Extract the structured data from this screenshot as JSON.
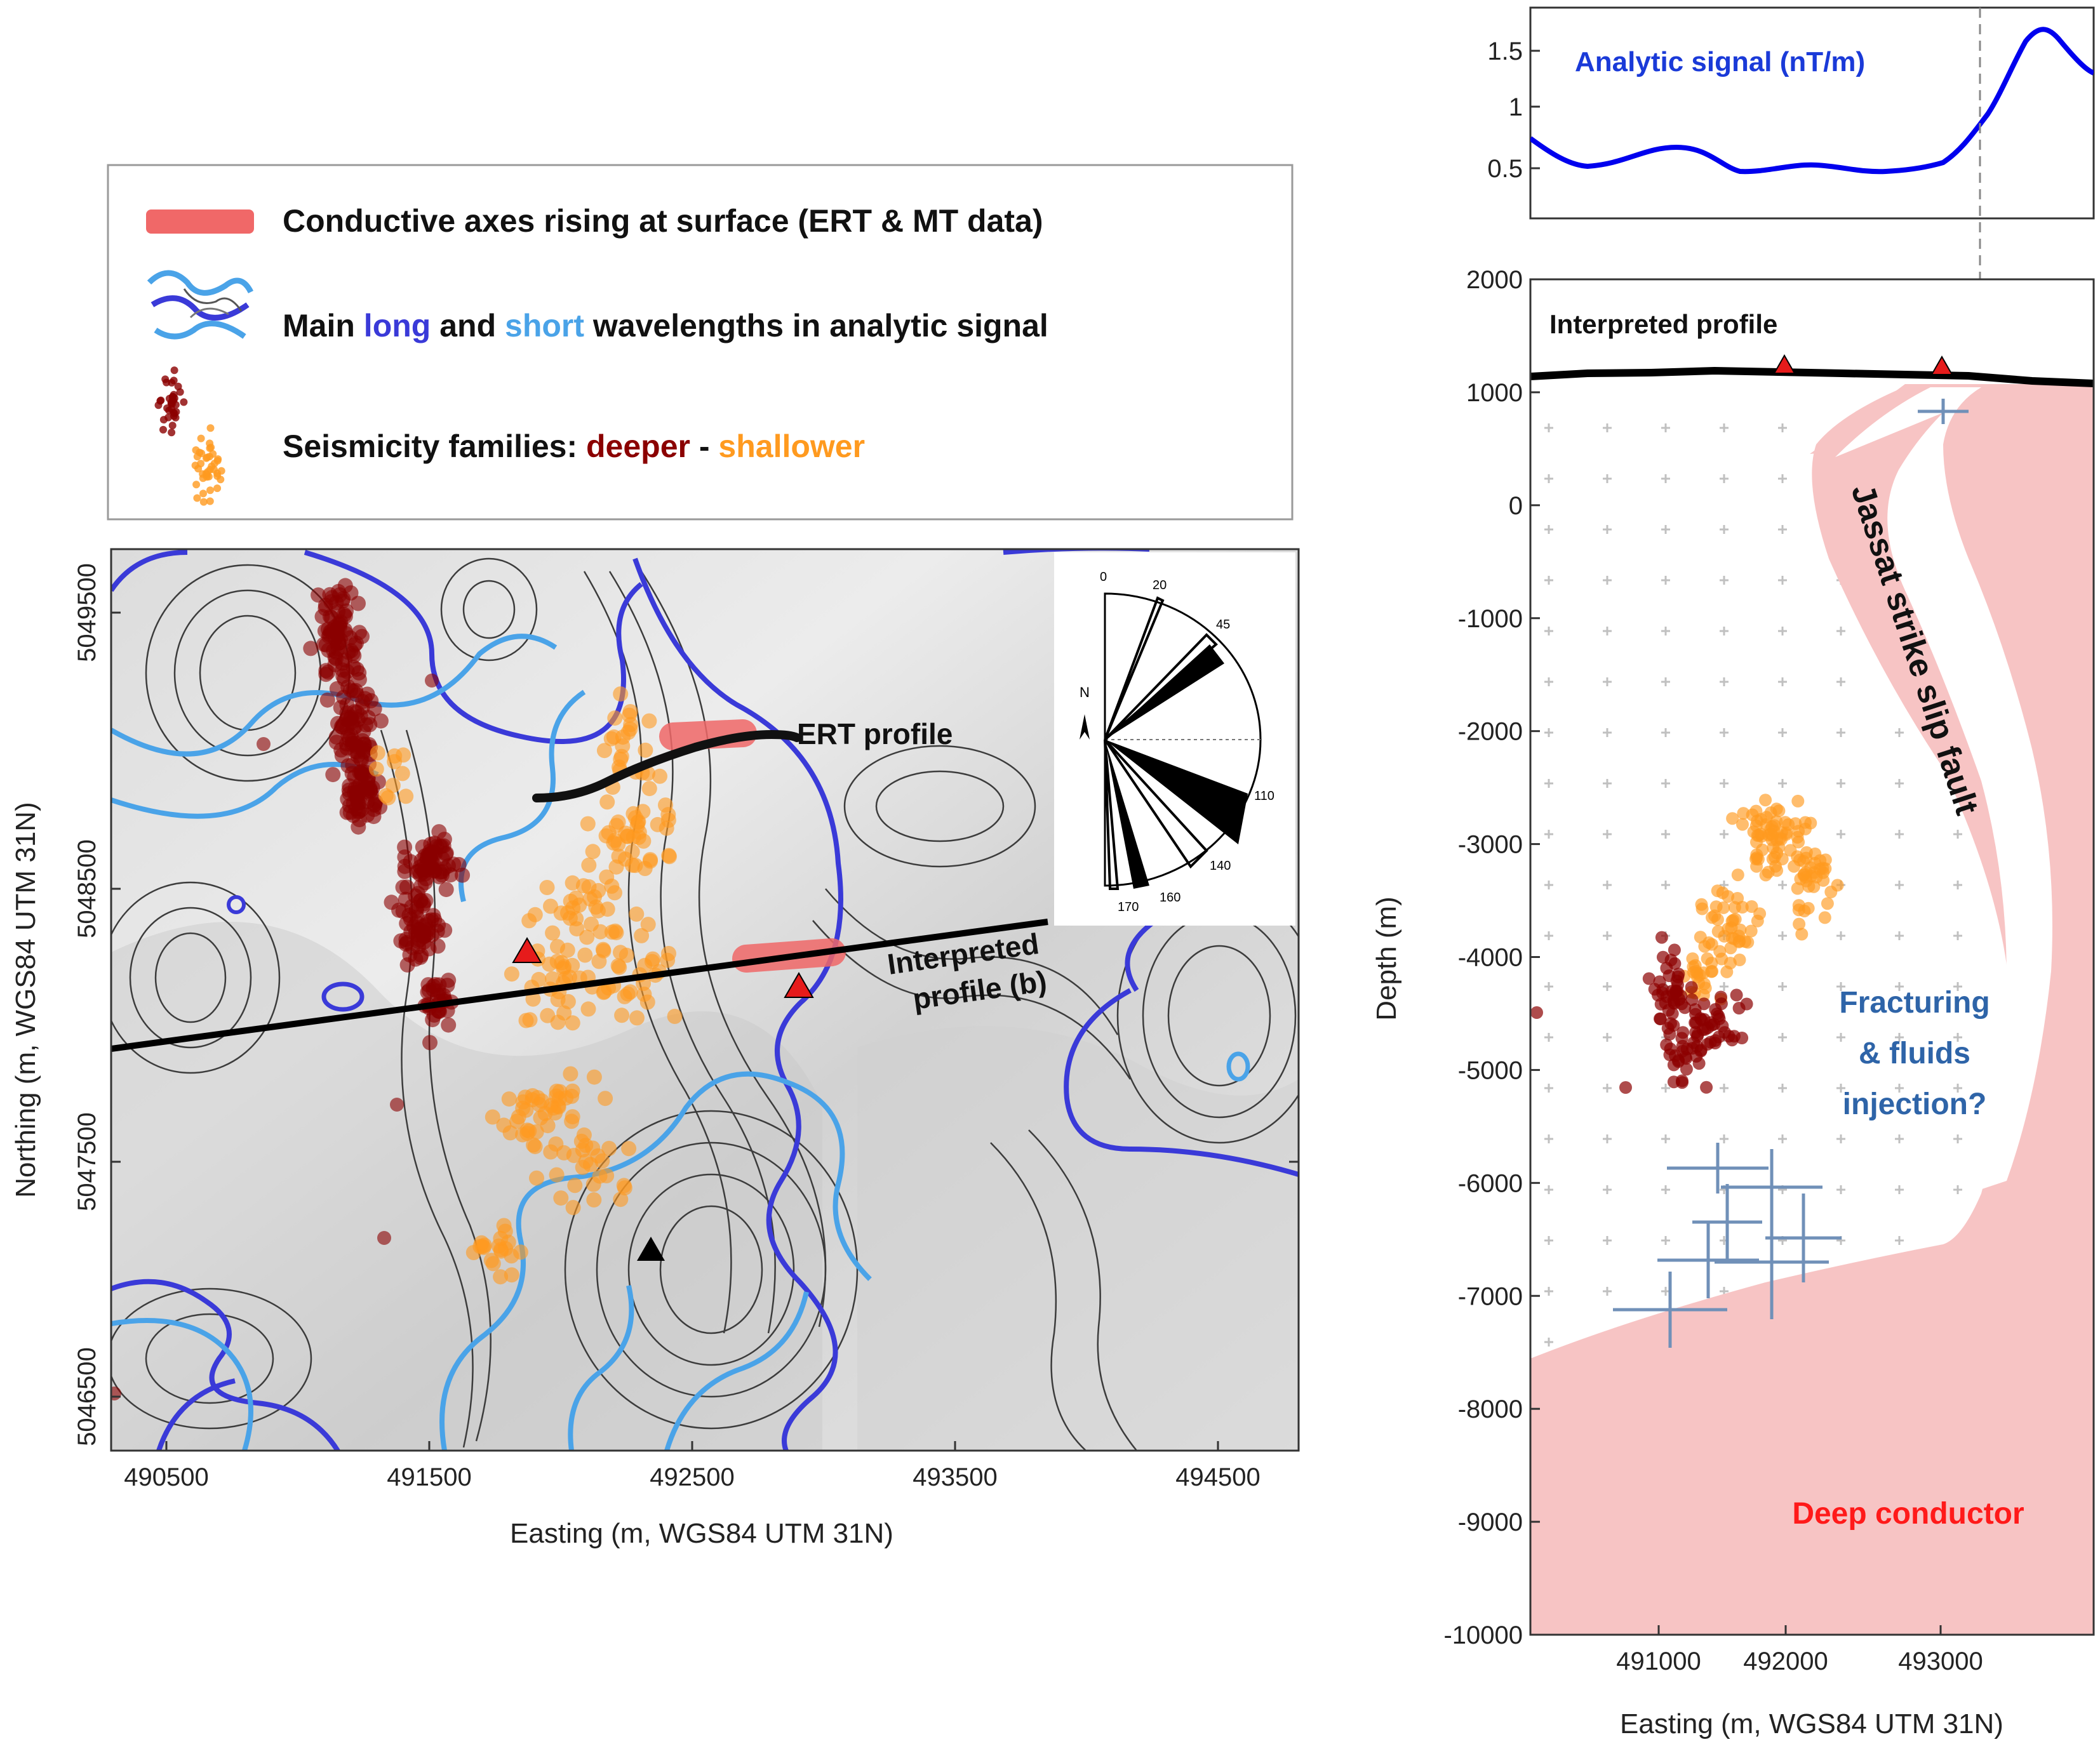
{
  "legend": {
    "conductive_label": "Conductive axes rising at surface (ERT & MT data)",
    "wavelength_parts": [
      "Main ",
      "long",
      " and ",
      "short",
      " wavelengths in analytic signal"
    ],
    "seismicity_parts": [
      "Seismicity families: ",
      "deeper",
      " - ",
      "shallower"
    ]
  },
  "map": {
    "ert_label": "ERT profile",
    "interp_label_1": "Interpreted",
    "interp_label_2": "profile (b)",
    "xlabel": "Easting (m, WGS84 UTM 31N)",
    "ylabel": "Northing (m, WGS84 UTM 31N)",
    "x_ticks": [
      "490500",
      "491500",
      "492500",
      "493500",
      "494500"
    ],
    "y_ticks": [
      "5049500",
      "5048500",
      "5047500",
      "5046500"
    ]
  },
  "rose": {
    "north": "N",
    "angle_labels": [
      "0",
      "20",
      "45",
      "110",
      "140",
      "160",
      "170"
    ]
  },
  "signal_panel": {
    "title": "Analytic signal (nT/m)",
    "y_ticks": [
      "1.5",
      "1",
      "0.5"
    ]
  },
  "section": {
    "profile_label": "Interpreted profile",
    "fault_label": "Jassat strike slip fault",
    "frac_1": "Fracturing",
    "frac_2": "& fluids",
    "frac_3": "injection?",
    "deep_label": "Deep conductor",
    "ylabel": "Depth (m)",
    "xlabel": "Easting (m, WGS84 UTM 31N)",
    "y_ticks": [
      "2000",
      "1000",
      "0",
      "-1000",
      "-2000",
      "-3000",
      "-4000",
      "-5000",
      "-6000",
      "-7000",
      "-8000",
      "-9000",
      "-10000"
    ],
    "x_ticks": [
      "491000",
      "492000",
      "493000"
    ]
  },
  "colors": {
    "conductive": "#f08080",
    "long": "#3a3ad8",
    "short": "#4aa3e8",
    "deeper": "#8b0000",
    "shallower": "#ff9a1f",
    "signal": "#0000ee",
    "fault_zone": "#f7c4c4",
    "label_blue": "#2e64a8",
    "deep_text": "#ff1a1a"
  }
}
